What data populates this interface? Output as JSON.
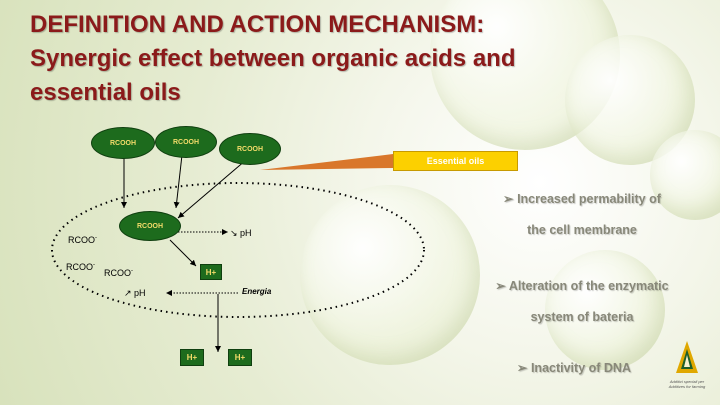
{
  "title": {
    "line1": "DEFINITION AND ACTION MECHANISM:",
    "line2": "Synergic effect between organic acids and",
    "line3": "essential oils"
  },
  "diagram": {
    "nodes": {
      "top1": "RCOOH",
      "top2": "RCOOH",
      "top3": "RCOOH",
      "center": "RCOOH"
    },
    "labels": {
      "ph_down": "↘ pH",
      "ph_up": "↗ pH",
      "rcoo1": "RCOO",
      "rcoo2": "RCOO",
      "rcoo3": "RCOO",
      "minus": "-",
      "energia": "Energia"
    },
    "hplus": {
      "inner": "H+",
      "bottom1": "H+",
      "bottom2": "H+"
    },
    "essential_oils": "Essential oils"
  },
  "bullets": {
    "item1": {
      "line1": "➢ Increased permability of",
      "line2": "the cell membrane"
    },
    "item2": {
      "line1": "➢ Alteration of the enzymatic",
      "line2": "system of bateria"
    },
    "item3": {
      "line1": "➢ Inactivity of DNA"
    }
  },
  "logo": {
    "line1": "Additivi speciali per",
    "line2": "Additives for farming"
  },
  "colors": {
    "title": "#8b1a1a",
    "node_fill": "#1d6b1d",
    "node_text": "#f4dc6a",
    "essential_oils_box": "#fcd000",
    "arrow_wedge": "#d9772b",
    "bullet_text": "#888879"
  }
}
